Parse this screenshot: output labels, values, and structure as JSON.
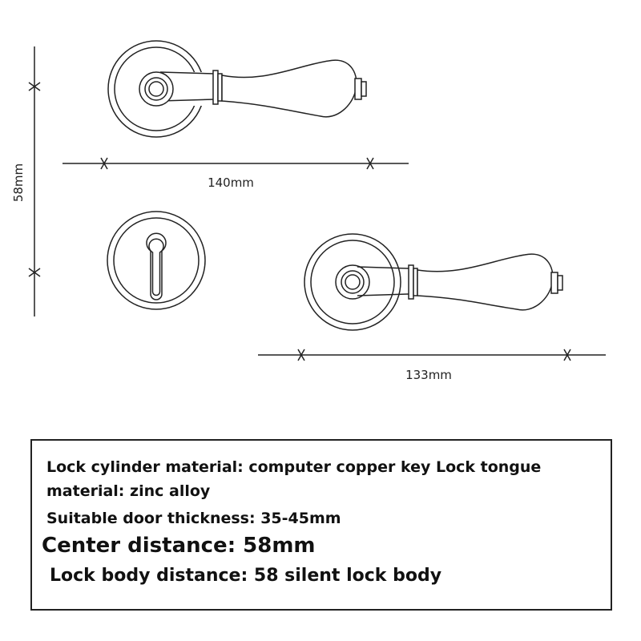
{
  "dimensions": {
    "height_label": "58mm",
    "top_width_label": "140mm",
    "bottom_width_label": "133mm"
  },
  "specs": {
    "line1": "Lock cylinder material: computer copper key Lock tongue",
    "line2": "material: zinc alloy",
    "line3": "Suitable door thickness: 35-45mm",
    "line4": "Center distance: 58mm",
    "line5": "Lock body distance: 58 silent lock body"
  }
}
